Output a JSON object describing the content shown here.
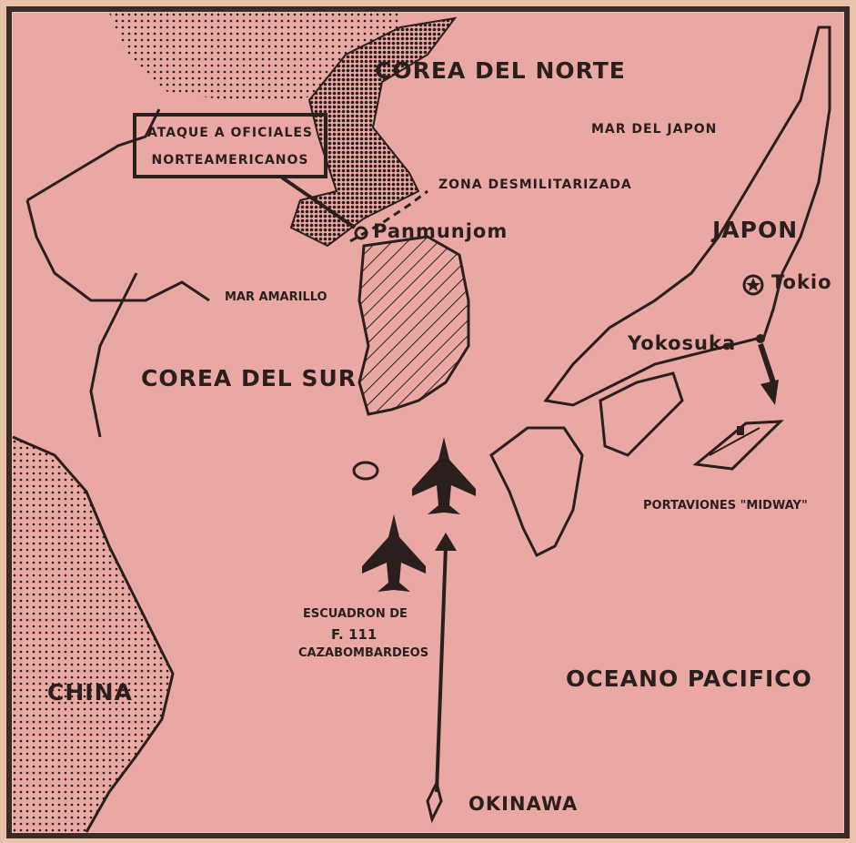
{
  "labels": {
    "north_korea": "COREA DEL NORTE",
    "sea_of_japan": "MAR DEL JAPON",
    "dmz": "ZONA DESMILITARIZADA",
    "panmunjom": "Panmunjom",
    "japan": "JAPON",
    "tokyo": "Tokio",
    "yellow_sea": "MAR AMARILLO",
    "yokosuka": "Yokosuka",
    "south_korea": "COREA DEL SUR",
    "carrier": "PORTAVIONES \"MIDWAY\"",
    "squadron_line1": "ESCUADRON DE",
    "squadron_line2": "F. 111",
    "squadron_line3": "CAZABOMBARDEOS",
    "pacific": "OCEANO PACIFICO",
    "china": "CHINA",
    "okinawa": "OKINAWA"
  },
  "callout": {
    "line1": "ATAQUE A OFICIALES",
    "line2": "NORTEAMERICANOS"
  },
  "colors": {
    "sea": "#e9a8a3",
    "ink": "#2b1f1d",
    "border": "#3a2a28",
    "paper": "#e9c3a9"
  }
}
